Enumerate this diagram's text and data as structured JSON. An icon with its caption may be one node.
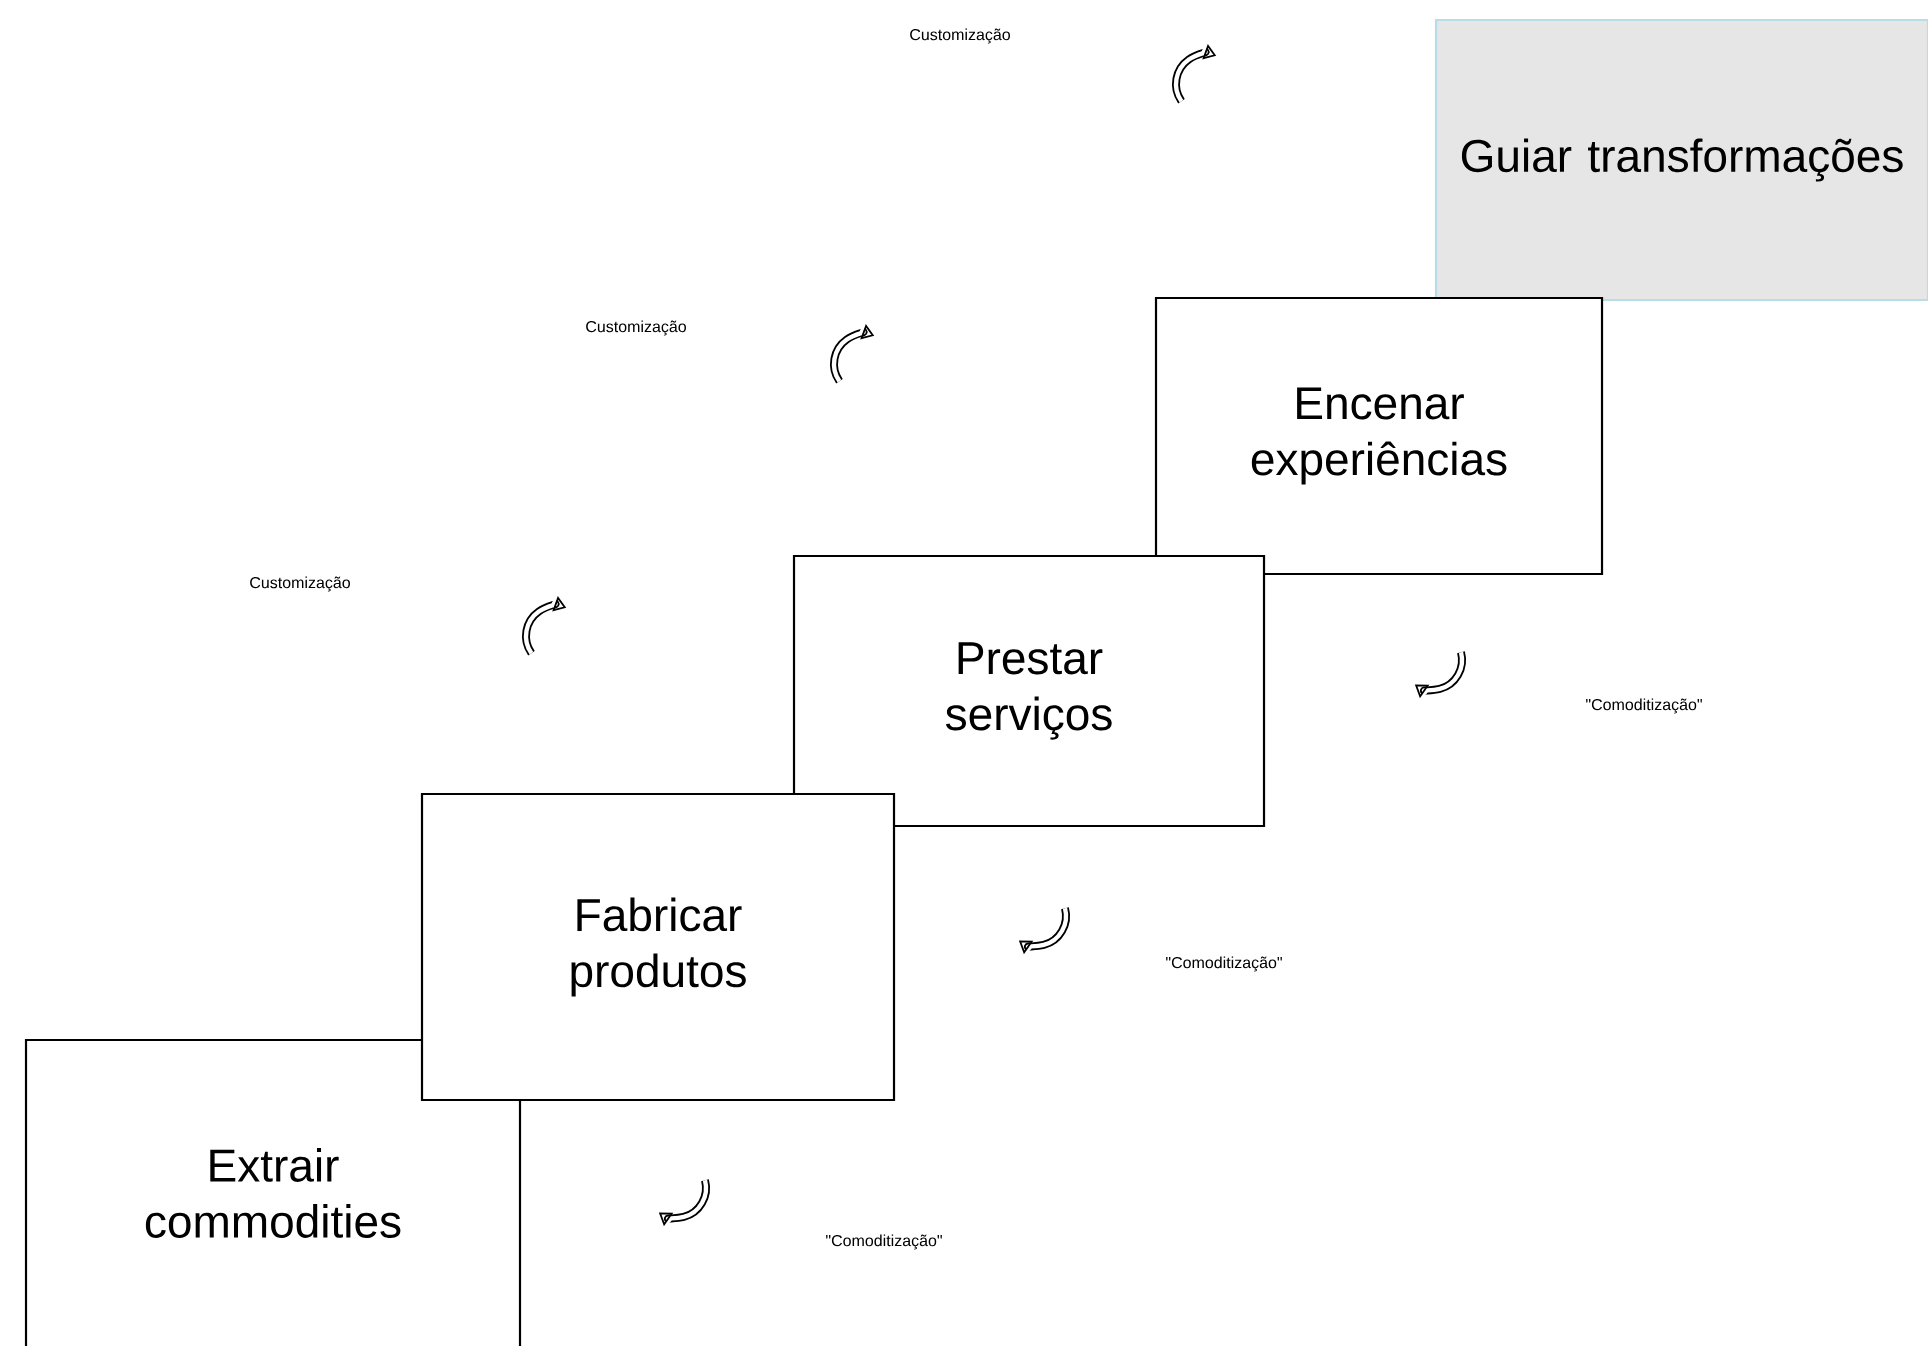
{
  "diagram": {
    "nodes": [
      {
        "text": [
          "Guiar transformações"
        ]
      },
      {
        "text": [
          "Encenar experiências"
        ]
      },
      {
        "text": [
          "Prestar serviços"
        ]
      },
      {
        "text": [
          "Fabricar produtos"
        ]
      },
      {
        "text": [
          "Extrair commodities"
        ]
      }
    ],
    "labels": [
      "Customização",
      "Customização",
      "Customização",
      "\"Comoditização\"",
      "\"Comoditização\"",
      "\"Comoditização\""
    ]
  }
}
